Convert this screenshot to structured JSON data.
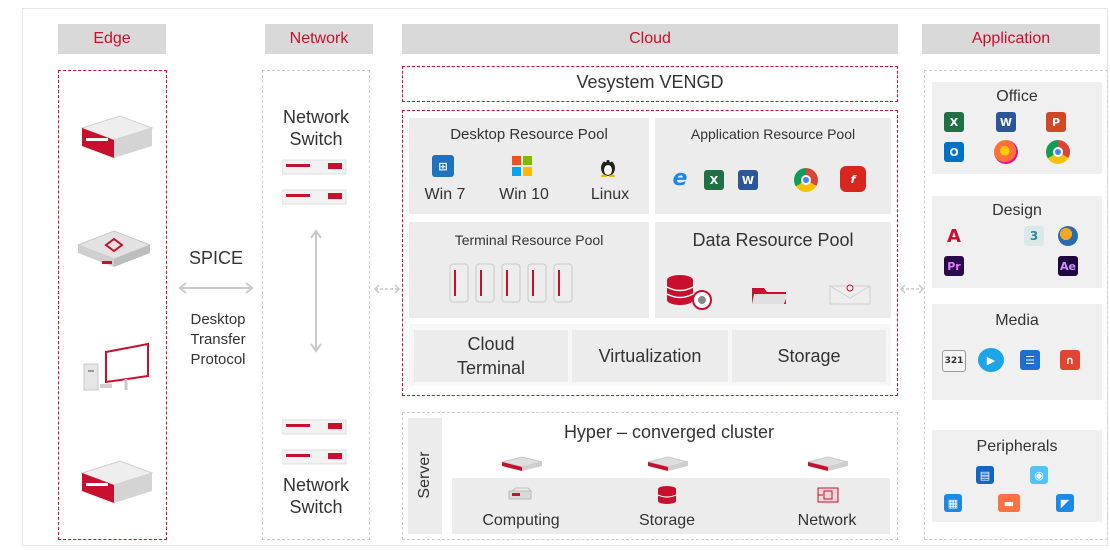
{
  "headers": {
    "edge": "Edge",
    "network": "Network",
    "cloud": "Cloud",
    "application": "Application"
  },
  "network": {
    "switch_top": "Network\nSwitch",
    "switch_bottom": "Network\nSwitch"
  },
  "protocol": {
    "name": "SPICE",
    "description": "Desktop\nTransfer\nProtocol"
  },
  "cloud": {
    "vengd": "Vesystem VENGD",
    "desktop_pool": {
      "title": "Desktop Resource Pool",
      "items": [
        "Win 7",
        "Win 10",
        "Linux"
      ]
    },
    "application_pool": {
      "title": "Application Resource Pool",
      "icons": [
        "ie-icon",
        "excel-icon",
        "word-icon",
        "chrome-icon",
        "flash-icon"
      ]
    },
    "terminal_pool": {
      "title": "Terminal Resource Pool"
    },
    "data_pool": {
      "title": "Data Resource Pool"
    },
    "services": [
      "Cloud\nTerminal",
      "Virtualization",
      "Storage"
    ]
  },
  "server": {
    "label": "Server",
    "cluster_title": "Hyper – converged cluster",
    "items": [
      "Computing",
      "Storage",
      "Network"
    ]
  },
  "application": {
    "office": "Office",
    "design": "Design",
    "media": "Media",
    "peripherals": "Peripherals"
  },
  "colors": {
    "accent": "#c8102e",
    "header_bg": "#d9d9d9",
    "pool_bg": "#ececec"
  }
}
